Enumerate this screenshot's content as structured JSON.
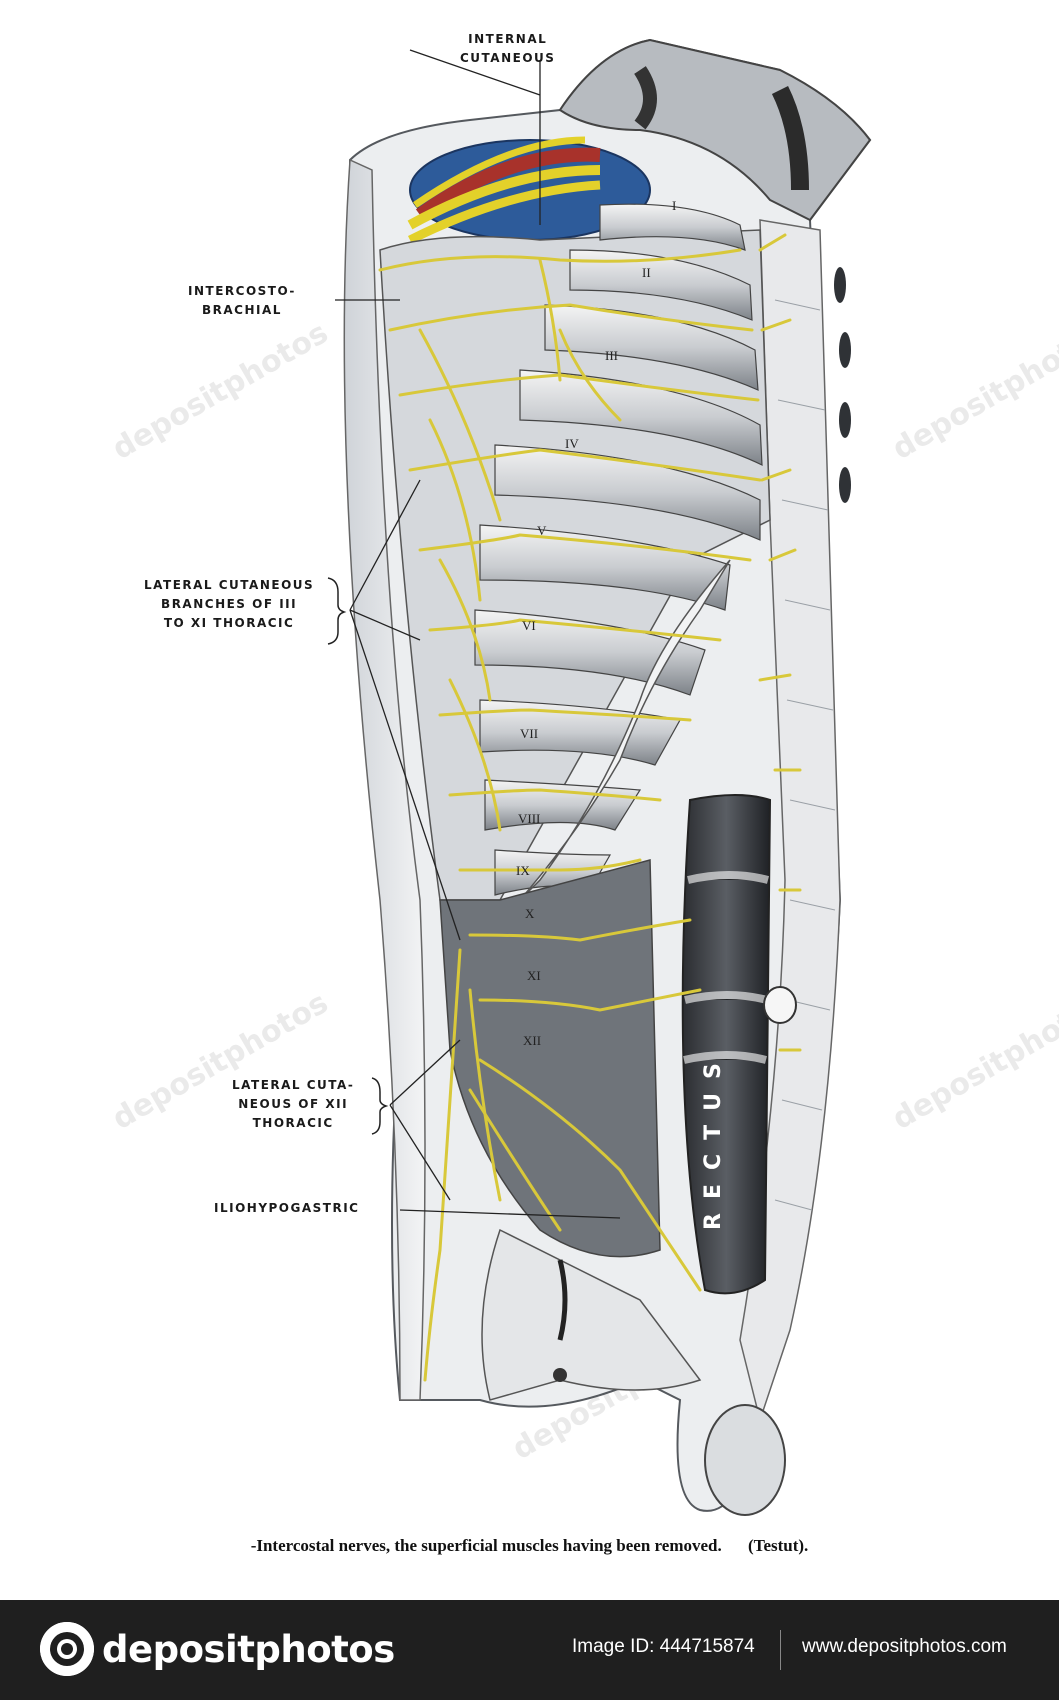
{
  "labels": {
    "internal_cutaneous": "INTERNAL\nCUTANEOUS",
    "intercostobrachial": "INTERCOSTO-\nBRACHIAL",
    "lateral_cutaneous_branches": "LATERAL CUTANEOUS\nBRANCHES OF III\nTO XI THORACIC",
    "lateral_cutaneous_xii": "LATERAL CUTA-\nNEOUS OF XII\nTHORACIC",
    "iliohypogastric": "ILIOHYPOGASTRIC",
    "rectus": "RECTUS"
  },
  "rib_numerals": [
    "I",
    "II",
    "III",
    "IV",
    "V",
    "VI",
    "VII",
    "VIII",
    "IX",
    "X",
    "XI",
    "XII"
  ],
  "caption": {
    "text": "-Intercostal nerves, the superficial muscles having been removed.",
    "source": "(Testut)."
  },
  "watermark": "depositphotos",
  "footer": {
    "logo_text": "depositphotos",
    "image_id": "Image ID: 444715874",
    "url": "www.depositphotos.com"
  },
  "colors": {
    "nerve": "#d8c83a",
    "vessel_blue": "#2d5b9a",
    "artery_red": "#a8322b",
    "muscle_grey": "#8a8f96",
    "footer_bg": "#1f1f1f"
  }
}
